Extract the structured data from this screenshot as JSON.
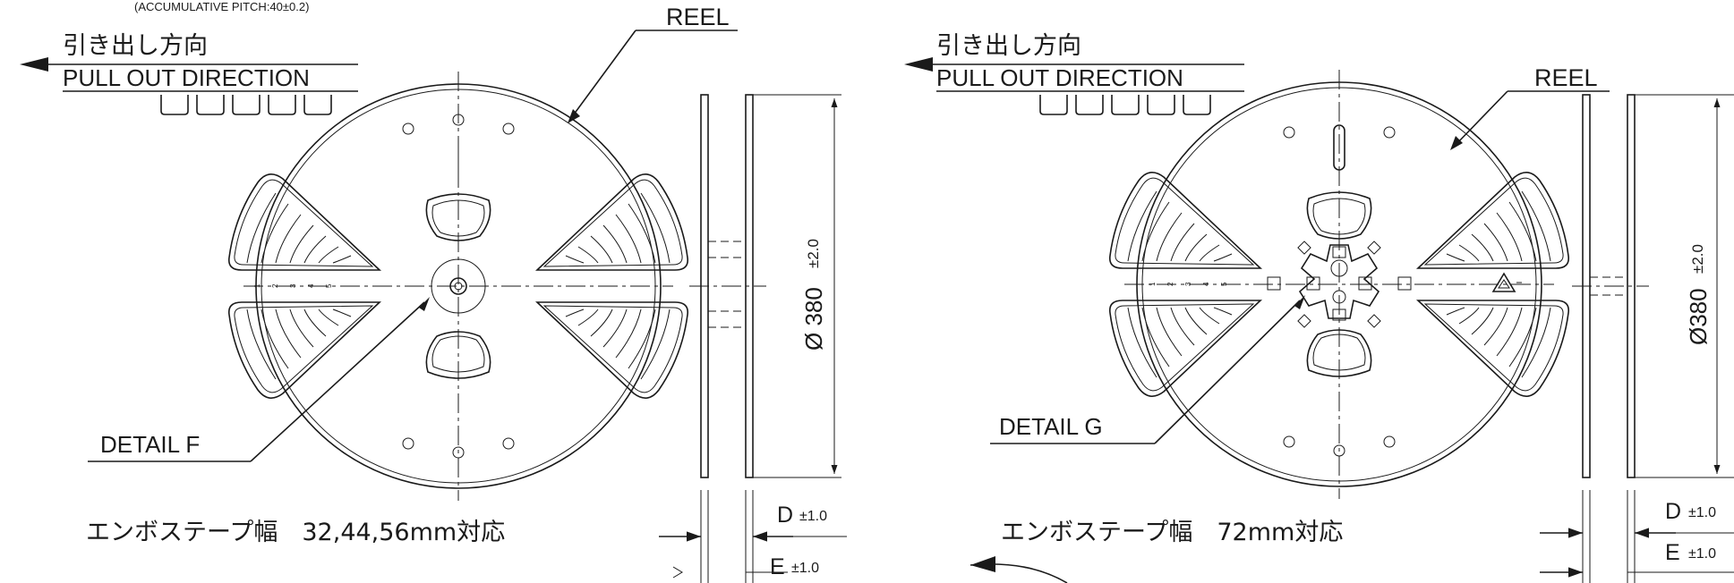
{
  "header_note": "(ACCUMULATIVE PITCH:40±0.2)",
  "left_drawing": {
    "reel_label": "REEL",
    "direction_jp": "引き出し方向",
    "direction_en": "PULL OUT DIRECTION",
    "detail_label": "DETAIL F",
    "tape_width_text": "エンボステープ幅　32,44,56mm対応",
    "diameter_label": "Ø 380",
    "diameter_tol": "±2.0",
    "dim_d": "D",
    "dim_d_tol": "±1.0",
    "dim_e": "E",
    "dim_e_tol": "±1.0",
    "hub_marks": [
      "1",
      "2",
      "3",
      "4",
      "5"
    ]
  },
  "right_drawing": {
    "reel_label": "REEL",
    "direction_jp": "引き出し方向",
    "direction_en": "PULL OUT DIRECTION",
    "detail_label": "DETAIL G",
    "tape_width_text": "エンボステープ幅　72mm対応",
    "diameter_label": "Ø380",
    "diameter_tol": "±2.0",
    "dim_d": "D",
    "dim_d_tol": "±1.0",
    "dim_e": "E",
    "dim_e_tol": "±1.0",
    "hub_marks": [
      "1",
      "2",
      "3",
      "4",
      "5"
    ]
  }
}
